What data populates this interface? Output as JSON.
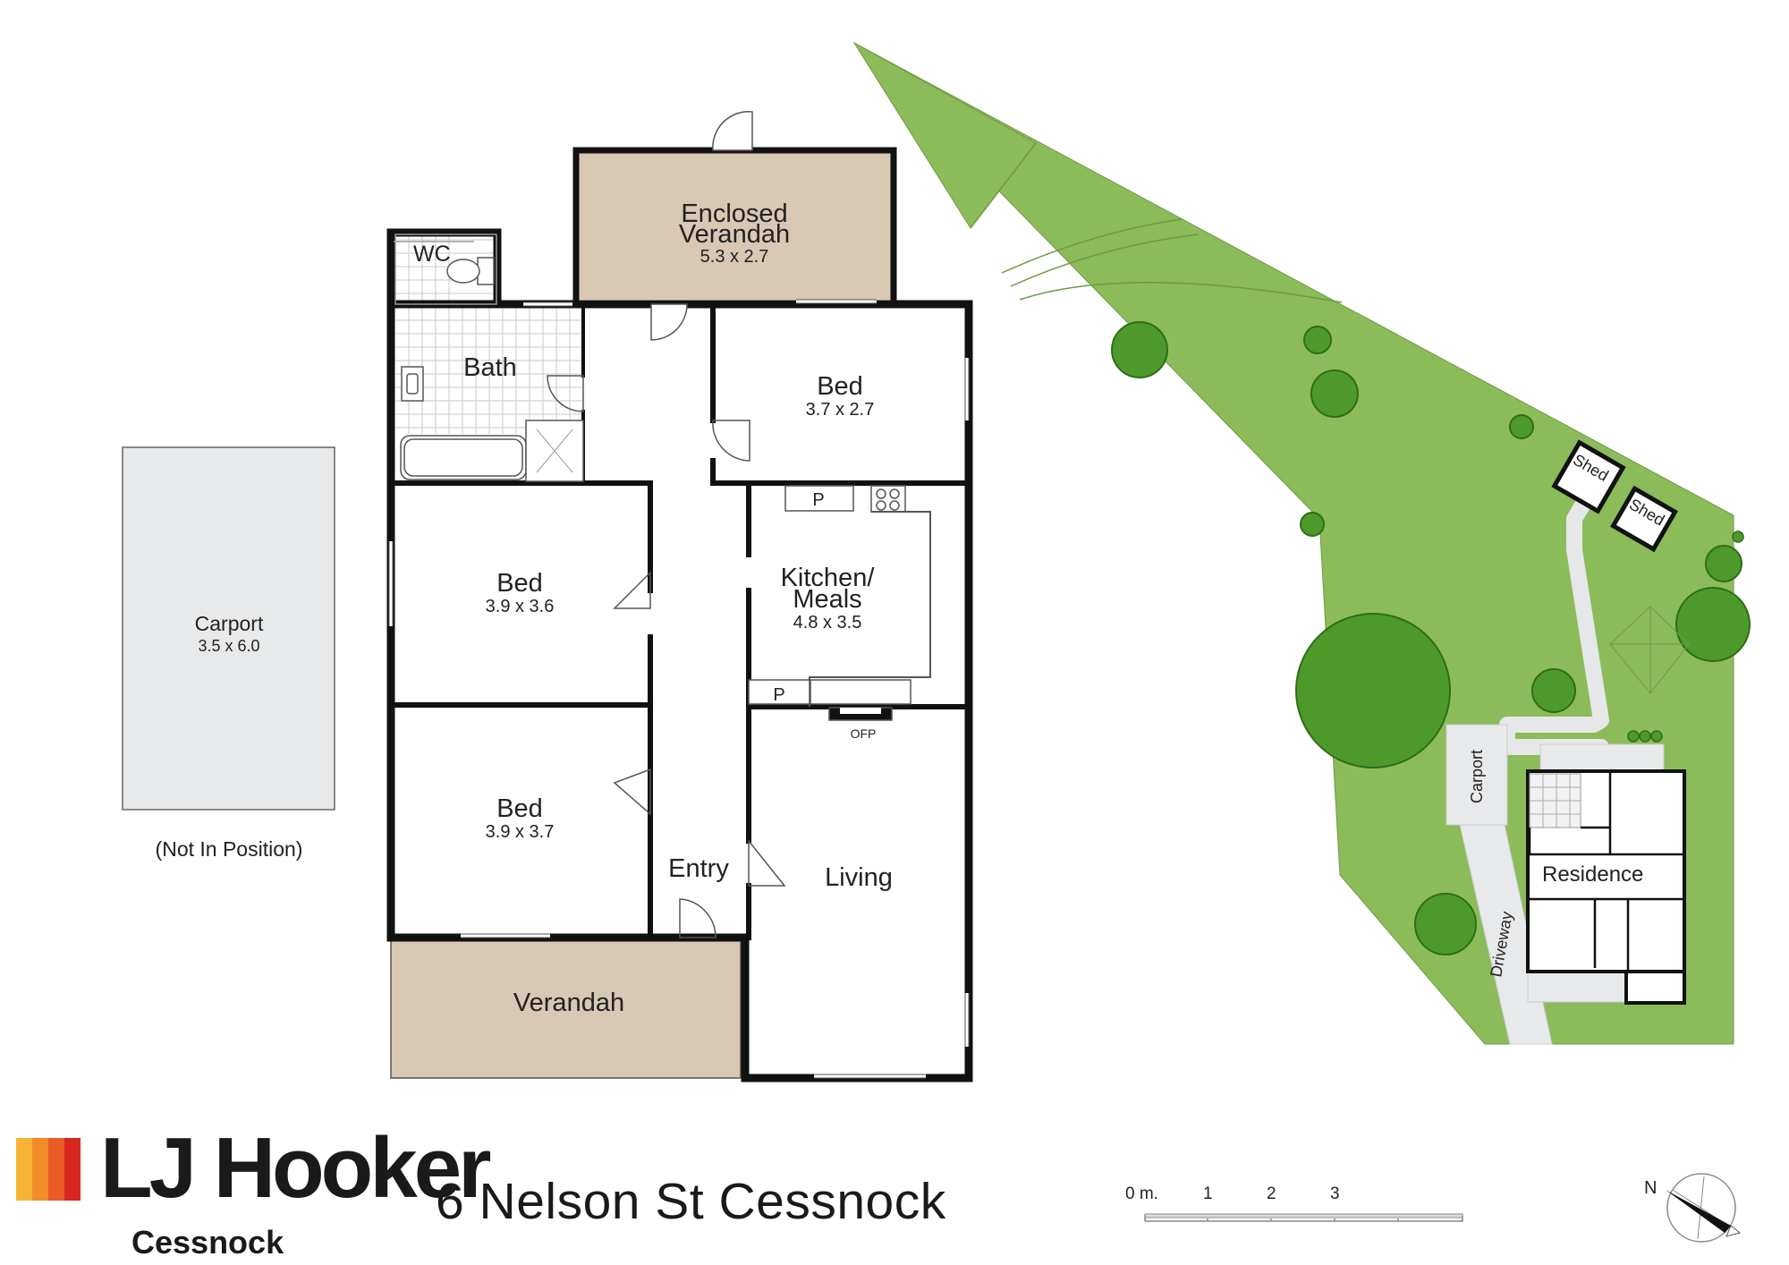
{
  "plan": {
    "rooms": {
      "enclosed_verandah": {
        "name_line1": "Enclosed",
        "name_line2": "Verandah",
        "dims": "5.3 x 2.7"
      },
      "wc": {
        "name": "WC"
      },
      "bath": {
        "name": "Bath"
      },
      "bed1": {
        "name": "Bed",
        "dims": "3.7 x 2.7"
      },
      "bed2": {
        "name": "Bed",
        "dims": "3.9 x 3.6"
      },
      "bed3": {
        "name": "Bed",
        "dims": "3.9 x 3.7"
      },
      "kitchen": {
        "name_line1": "Kitchen/",
        "name_line2": "Meals",
        "dims": "4.8 x 3.5"
      },
      "entry": {
        "name": "Entry"
      },
      "living": {
        "name": "Living"
      },
      "verandah": {
        "name": "Verandah"
      },
      "carport": {
        "name": "Carport",
        "dims": "3.5 x 6.0",
        "note": "(Not In Position)"
      }
    },
    "labels": {
      "pantry": "P",
      "ofp": "OFP"
    }
  },
  "site": {
    "shed_label": "Shed",
    "carport_label": "Carport",
    "driveway_label": "Driveway",
    "residence_label": "Residence"
  },
  "scale": {
    "ticks": [
      "0 m.",
      "1",
      "2",
      "3"
    ]
  },
  "compass": {
    "label": "N"
  },
  "brand": {
    "name": "LJ Hooker",
    "office": "Cessnock",
    "colors": [
      "#f7b334",
      "#f28c28",
      "#ea5b25",
      "#d6261d"
    ]
  },
  "address": "6 Nelson St Cessnock",
  "colors": {
    "lawn": "#8cbb5a",
    "tree": "#4d9a2a",
    "verandah": "#d8c8b4",
    "carport": "#e8e9eb",
    "wall": "#111111"
  }
}
